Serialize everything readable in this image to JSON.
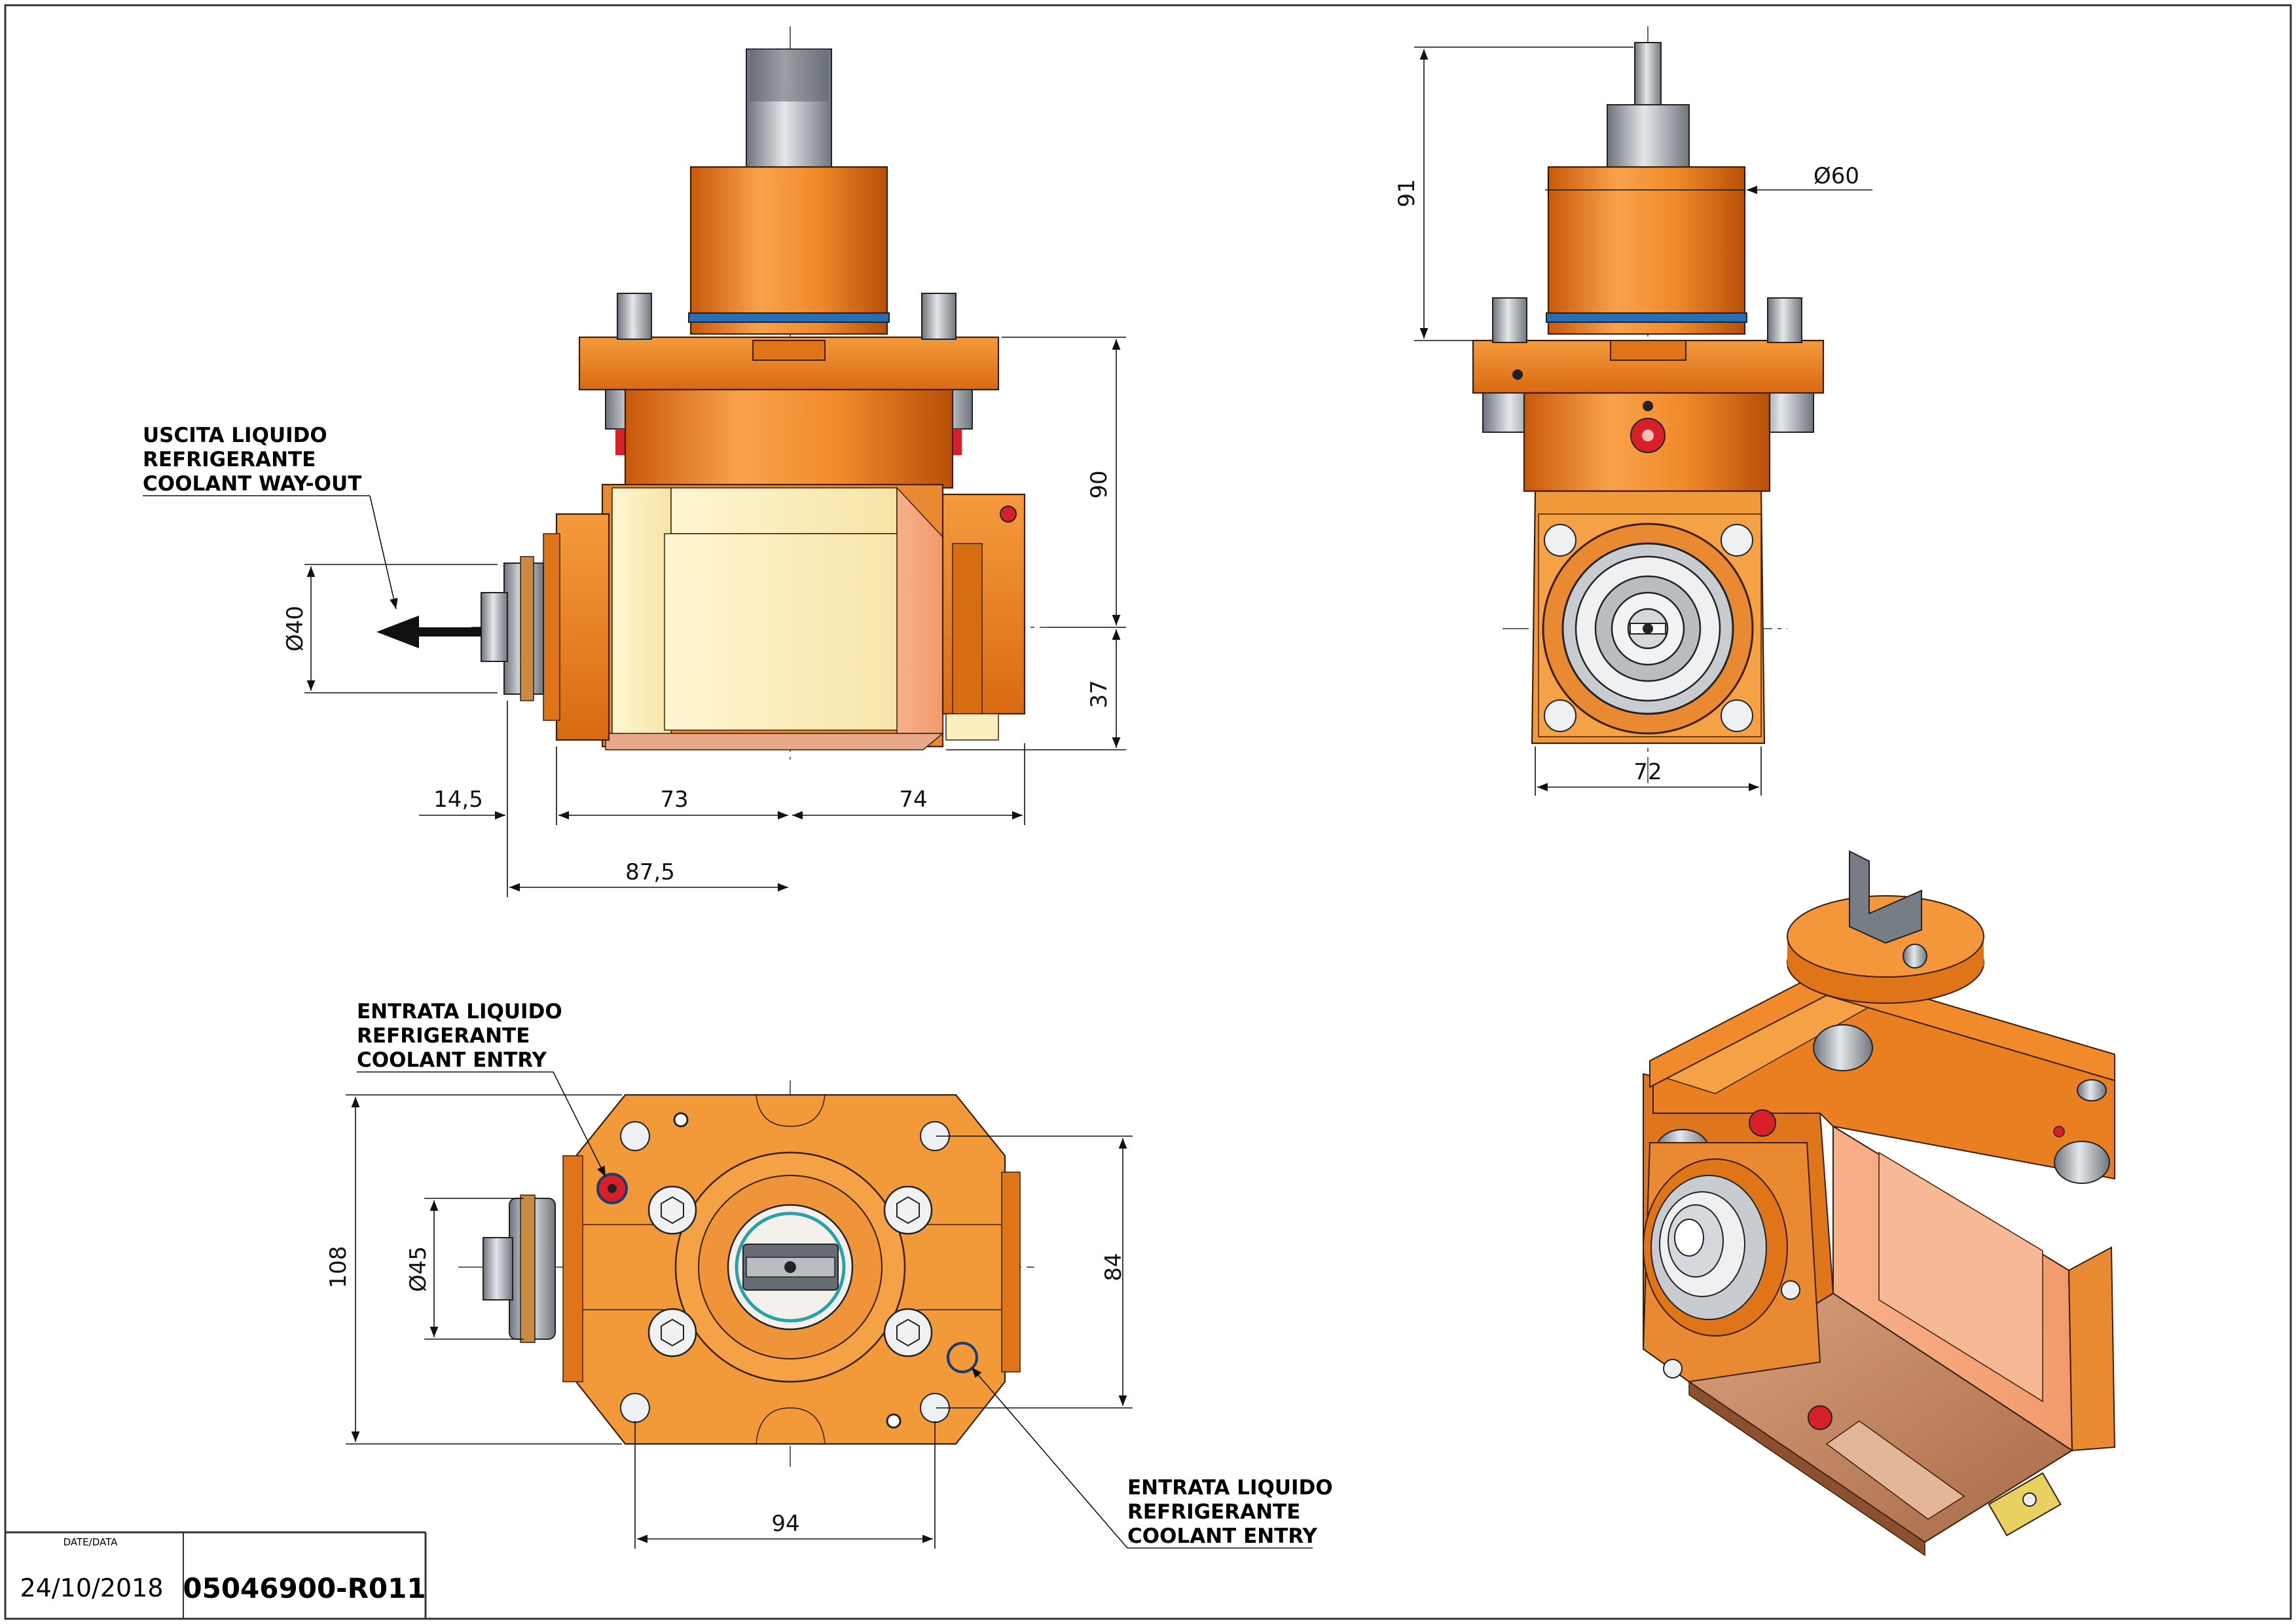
{
  "views": {
    "side": {
      "dimensions": {
        "height_upper": "90",
        "height_lower": "37",
        "diameter_outlet": "Ø40",
        "offset_left": "14,5",
        "width_left": "73",
        "width_right": "74",
        "total_left": "87,5"
      },
      "note_lines": [
        "USCITA LIQUIDO",
        "REFRIGERANTE",
        "COOLANT WAY-OUT"
      ]
    },
    "front": {
      "dimensions": {
        "height_top": "91",
        "diameter_body": "Ø60",
        "width_flange": "72"
      }
    },
    "bottom": {
      "dimensions": {
        "height_total": "108",
        "diameter_outlet": "Ø45",
        "hole_spacing_v": "84",
        "hole_spacing_h": "94"
      },
      "note_upper_lines": [
        "ENTRATA LIQUIDO",
        "REFRIGERANTE",
        "COOLANT ENTRY"
      ],
      "note_lower_lines": [
        "ENTRATA LIQUIDO",
        "REFRIGERANTE",
        "COOLANT ENTRY"
      ]
    }
  },
  "title_block": {
    "date_label": "DATE/DATA",
    "date": "24/10/2018",
    "code": "05046900-R011"
  },
  "colors": {
    "orange_body": "#e87a1a",
    "orange_light": "#f6a24a",
    "cream_face": "#fbefc0",
    "copper_plate": "#c98a66",
    "steel": "#9ea4ab",
    "oring_blue": "#2b6db3",
    "coolant_red": "#d8202a"
  }
}
